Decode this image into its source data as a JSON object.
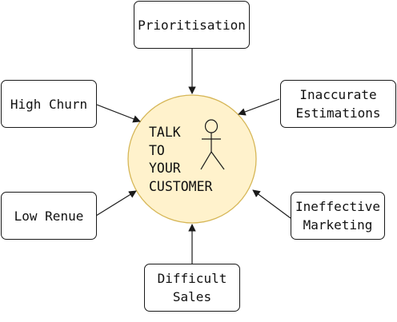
{
  "center": {
    "label": "TALK\nTO\nYOUR\nCUSTOMER",
    "fill": "#fff2cc",
    "stroke": "#d6b656",
    "icon": "stick-figure-icon"
  },
  "nodes": {
    "prioritisation": "Prioritisation",
    "inaccurate_estimations": "Inaccurate\nEstimations",
    "ineffective_marketing": "Ineffective\nMarketing",
    "difficult_sales": "Difficult\nSales",
    "low_renue": "Low Renue",
    "high_churn": "High Churn"
  }
}
